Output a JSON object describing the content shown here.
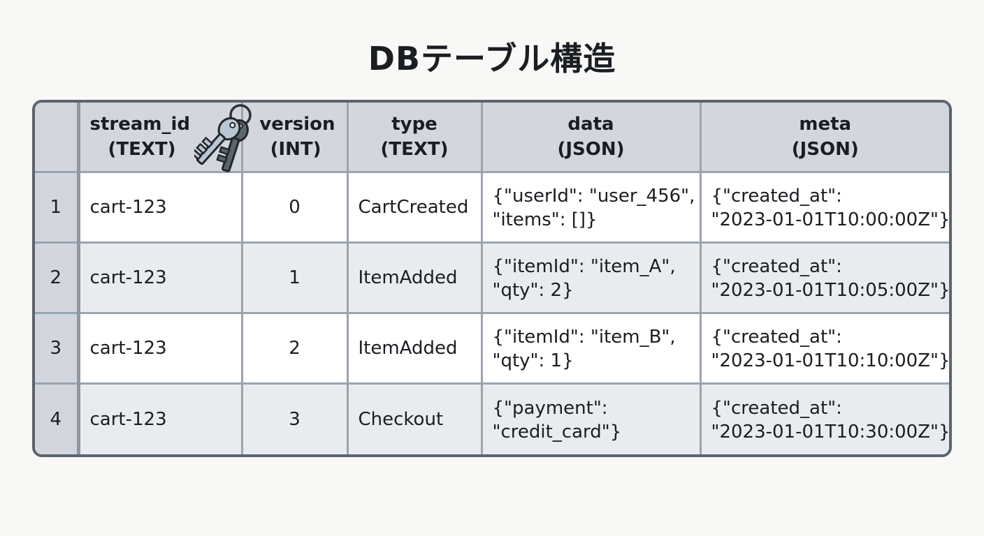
{
  "title": "DBテーブル構造",
  "icon": "keys-icon",
  "columns": [
    {
      "name": "stream_id",
      "type": "(TEXT)"
    },
    {
      "name": "version",
      "type": "(INT)"
    },
    {
      "name": "type",
      "type": "(TEXT)"
    },
    {
      "name": "data",
      "type": "(JSON)"
    },
    {
      "name": "meta",
      "type": "(JSON)"
    }
  ],
  "rows": [
    {
      "index": "1",
      "stream_id": "cart-123",
      "version": "0",
      "type": "CartCreated",
      "data": [
        "{\"userId\": \"user_456\",",
        "\"items\": []}"
      ],
      "meta": [
        "{\"created_at\":",
        "\"2023-01-01T10:00:00Z\"}"
      ]
    },
    {
      "index": "2",
      "stream_id": "cart-123",
      "version": "1",
      "type": "ItemAdded",
      "data": [
        "{\"itemId\": \"item_A\",",
        "\"qty\": 2}"
      ],
      "meta": [
        "{\"created_at\":",
        "\"2023-01-01T10:05:00Z\"}"
      ]
    },
    {
      "index": "3",
      "stream_id": "cart-123",
      "version": "2",
      "type": "ItemAdded",
      "data": [
        "{\"itemId\": \"item_B\",",
        "\"qty\": 1}"
      ],
      "meta": [
        "{\"created_at\":",
        "\"2023-01-01T10:10:00Z\"}"
      ]
    },
    {
      "index": "4",
      "stream_id": "cart-123",
      "version": "3",
      "type": "Checkout",
      "data": [
        "{\"payment\":",
        "\"credit_card\"}"
      ],
      "meta": [
        "{\"created_at\":",
        "\"2023-01-01T10:30:00Z\"}"
      ]
    }
  ]
}
